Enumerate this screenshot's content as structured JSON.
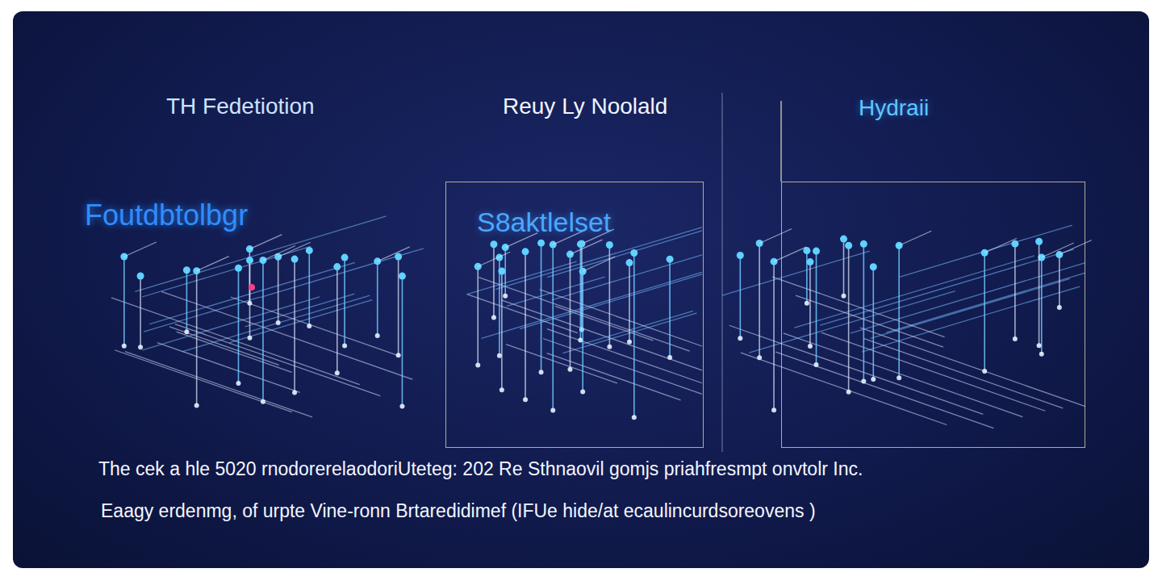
{
  "diagram": {
    "caption": "The cek a hle 5020 rnodorerelaodoriUteteg: 202 Re Sthnaovil gomjs priahfresmpt onvtolr Inc.",
    "nodes": [
      {
        "text": [
          "S8aktlelset"
        ]
      },
      {
        "text": [
          "Hydraii"
        ]
      }
    ],
    "labels": [
      "TH Fedetiotion",
      "Reuy Ly Noolald",
      "Foutdbtolbgr",
      "Eaagy erdenmg, of urpte Vine-ronn Brtaredidimef (IFUe hide/at ecaulincurdsoreovens )"
    ]
  }
}
